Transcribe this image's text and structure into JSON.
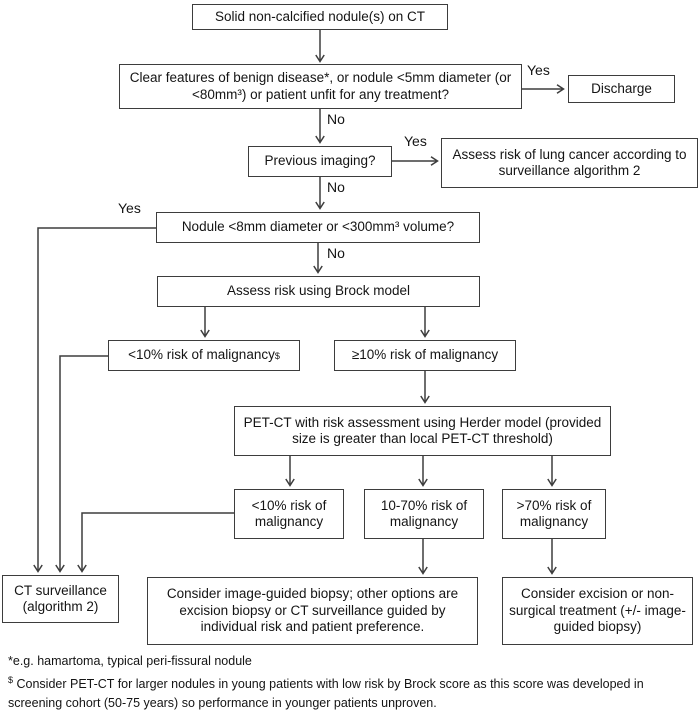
{
  "diagram": {
    "title_context": "Solid pulmonary nodule management algorithm",
    "nodes": {
      "start": {
        "label": "Solid non-calcified nodule(s) on CT"
      },
      "benign_q": {
        "label": "Clear features of benign disease*, or nodule <5mm diameter (or <80mm³) or patient unfit for any treatment?"
      },
      "discharge": {
        "label": "Discharge"
      },
      "previous_imaging": {
        "label": "Previous imaging?"
      },
      "surveillance_algo2": {
        "label": "Assess risk of lung cancer according to surveillance algorithm 2"
      },
      "size_q": {
        "label": "Nodule <8mm diameter or <300mm³ volume?"
      },
      "brock": {
        "label": "Assess risk using Brock model"
      },
      "brock_low": {
        "label": "<10% risk of malignancy",
        "sup": "$"
      },
      "brock_high": {
        "label": "≥10% risk of malignancy"
      },
      "petct": {
        "label": "PET-CT with risk assessment using Herder model (provided size is greater than local PET-CT threshold)"
      },
      "herder_low": {
        "label": "<10% risk of malignancy"
      },
      "herder_mid": {
        "label": "10-70% risk of malignancy"
      },
      "herder_high": {
        "label": ">70% risk of malignancy"
      },
      "ct_surveillance": {
        "label": "CT surveillance (algorithm 2)"
      },
      "biopsy": {
        "label": "Consider image-guided biopsy; other options are excision biopsy or CT surveillance guided by individual risk and patient preference."
      },
      "excision": {
        "label": "Consider excision or non-surgical treatment (+/- image-guided biopsy)"
      }
    },
    "edge_labels": {
      "yes_discharge": "Yes",
      "no_benign": "No",
      "yes_imaging": "Yes",
      "no_imaging": "No",
      "yes_size": "Yes",
      "no_size": "No"
    },
    "footnotes": [
      {
        "marker": "*",
        "text": "e.g.  hamartoma, typical peri-fissural nodule"
      },
      {
        "marker": "$",
        "text": "Consider PET-CT  for larger nodules in young patients with low risk by Brock score as this score was developed  in screening cohort (50-75 years) so performance  in younger patients unproven."
      }
    ],
    "colors": {
      "line": "#3d3d3d",
      "text": "#141414",
      "background": "#ffffff"
    }
  }
}
